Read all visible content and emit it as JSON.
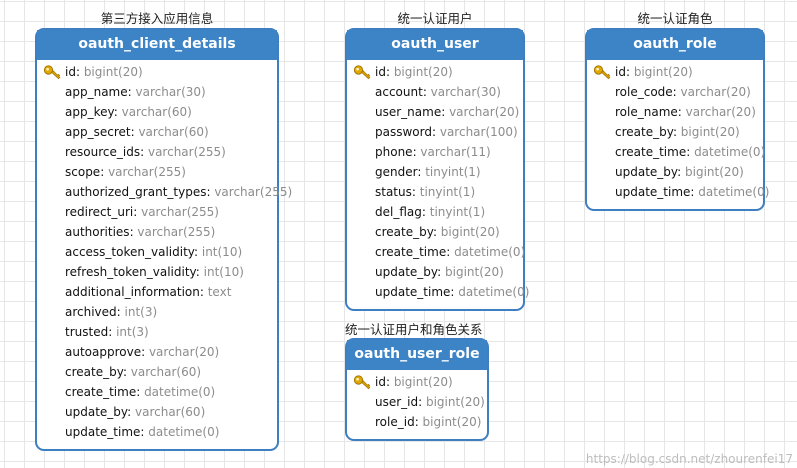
{
  "entities": [
    {
      "caption": "第三方接入应用信息",
      "title": "oauth_client_details",
      "fields": [
        {
          "name": "id",
          "type": "bigint(20)",
          "pk": true
        },
        {
          "name": "app_name",
          "type": "varchar(30)"
        },
        {
          "name": "app_key",
          "type": "varchar(60)"
        },
        {
          "name": "app_secret",
          "type": "varchar(60)"
        },
        {
          "name": "resource_ids",
          "type": "varchar(255)"
        },
        {
          "name": "scope",
          "type": "varchar(255)"
        },
        {
          "name": "authorized_grant_types",
          "type": "varchar(255)"
        },
        {
          "name": "redirect_uri",
          "type": "varchar(255)"
        },
        {
          "name": "authorities",
          "type": "varchar(255)"
        },
        {
          "name": "access_token_validity",
          "type": "int(10)"
        },
        {
          "name": "refresh_token_validity",
          "type": "int(10)"
        },
        {
          "name": "additional_information",
          "type": "text"
        },
        {
          "name": "archived",
          "type": "int(3)"
        },
        {
          "name": "trusted",
          "type": "int(3)"
        },
        {
          "name": "autoapprove",
          "type": "varchar(20)"
        },
        {
          "name": "create_by",
          "type": "varchar(60)"
        },
        {
          "name": "create_time",
          "type": "datetime(0)"
        },
        {
          "name": "update_by",
          "type": "varchar(60)"
        },
        {
          "name": "update_time",
          "type": "datetime(0)"
        }
      ]
    },
    {
      "caption": "统一认证用户",
      "title": "oauth_user",
      "fields": [
        {
          "name": "id",
          "type": "bigint(20)",
          "pk": true
        },
        {
          "name": "account",
          "type": "varchar(30)"
        },
        {
          "name": "user_name",
          "type": "varchar(20)"
        },
        {
          "name": "password",
          "type": "varchar(100)"
        },
        {
          "name": "phone",
          "type": "varchar(11)"
        },
        {
          "name": "gender",
          "type": "tinyint(1)"
        },
        {
          "name": "status",
          "type": "tinyint(1)"
        },
        {
          "name": "del_flag",
          "type": "tinyint(1)"
        },
        {
          "name": "create_by",
          "type": "bigint(20)"
        },
        {
          "name": "create_time",
          "type": "datetime(0)"
        },
        {
          "name": "update_by",
          "type": "bigint(20)"
        },
        {
          "name": "update_time",
          "type": "datetime(0)"
        }
      ]
    },
    {
      "caption": "统一认证角色",
      "title": "oauth_role",
      "fields": [
        {
          "name": "id",
          "type": "bigint(20)",
          "pk": true
        },
        {
          "name": "role_code",
          "type": "varchar(20)"
        },
        {
          "name": "role_name",
          "type": "varchar(20)"
        },
        {
          "name": "create_by",
          "type": "bigint(20)"
        },
        {
          "name": "create_time",
          "type": "datetime(0)"
        },
        {
          "name": "update_by",
          "type": "bigint(20)"
        },
        {
          "name": "update_time",
          "type": "datetime(0)"
        }
      ]
    },
    {
      "caption": "统一认证用户和角色关系",
      "title": "oauth_user_role",
      "fields": [
        {
          "name": "id",
          "type": "bigint(20)",
          "pk": true
        },
        {
          "name": "user_id",
          "type": "bigint(20)"
        },
        {
          "name": "role_id",
          "type": "bigint(20)"
        }
      ]
    }
  ],
  "watermark": "https://blog.csdn.net/zhourenfei17",
  "colors": {
    "header": "#3c84c6",
    "border": "#3d7fc1",
    "type_text": "#8c8c8c",
    "key_icon": "#e0a800"
  }
}
